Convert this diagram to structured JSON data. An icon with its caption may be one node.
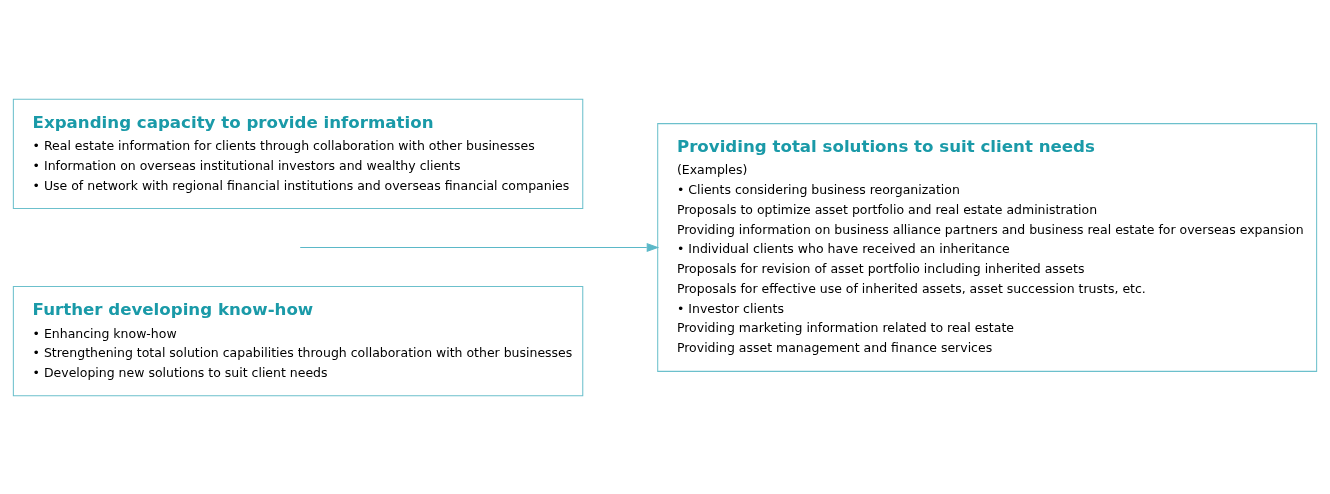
{
  "diagram": {
    "nodes": [
      {
        "text": [
          "Expanding capacity to provide information",
          "• Real estate information for clients through collaboration with other businesses",
          "• Information on overseas institutional investors and wealthy clients",
          "• Use of network with regional financial institutions and overseas financial companies"
        ]
      },
      {
        "text": [
          "Further developing know-how",
          "• Enhancing know-how",
          "• Strengthening total solution capabilities through collaboration with other businesses",
          "• Developing new solutions to suit client needs"
        ]
      },
      {
        "text": [
          "Providing total solutions to suit client needs",
          "(Examples)",
          "• Clients considering business reorganization",
          "Proposals to optimize asset portfolio and real estate administration",
          "Providing information on business alliance partners and business real estate for overseas expansion",
          "• Individual clients who have received an inheritance",
          "Proposals for revision of asset portfolio including inherited assets",
          "Proposals for effective use of inherited assets, asset succession trusts, etc.",
          "• Investor clients",
          "Providing marketing information related to real estate",
          "Providing asset management and finance services"
        ]
      }
    ],
    "edges": [
      {
        "from": null,
        "to": 2,
        "arrow": "to"
      }
    ]
  }
}
